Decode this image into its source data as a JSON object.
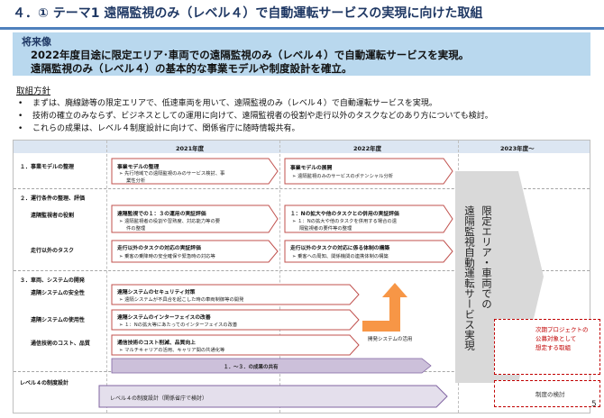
{
  "title": "４．① テーマ1 遠隔監視のみ（レベル４）で自動運転サービスの実現に向けた取組",
  "vision": {
    "heading": "将来像",
    "line1": "2022年度目途に限定エリア･車両での遠隔監視のみ（レベル４）で自動運転サービスを実現。",
    "line2": "遠隔監視のみ（レベル４）の基本的な事業モデルや制度設計を確立。"
  },
  "policy": {
    "heading": "取組方針",
    "bullets": [
      "まずは、廃線跡等の限定エリアで、低速車両を用いて、遠隔監視のみ（レベル４）で自動運転サービスを実現。",
      "技術の確立のみならず、ビジネスとしての運用に向けて、遠隔監視者の役割や走行以外のタスクなどのあり方についても検討。",
      "これらの成果は、レベル４制度設計に向けて、関係省庁に随時情報共有。"
    ],
    "bullet_mark": "•"
  },
  "table": {
    "columns": [
      "2021年度",
      "2022年度",
      "2023年度～"
    ],
    "rows": {
      "r1": "１．事業モデルの整理",
      "r2": "２．運行条件の整理、評価",
      "r2a": "遠隔監視者の役割",
      "r2b": "走行以外のタスク",
      "r3": "３．車両、システムの開発",
      "r3a": "遠隔システムの安全性",
      "r3b": "遠隔システムの使用性",
      "r3c": "通信技術のコスト、品質",
      "r4": "レベル４の制度設計"
    },
    "cells": {
      "model_2021_title": "事業モデルの整理",
      "model_2021_sub1": "➢ 先行地域での遠隔監視のみのサービス検討、事",
      "model_2021_sub2": "業性分析",
      "model_2022_title": "事業モデルの展開",
      "model_2022_sub": "➢ 遠隔監視のみのサービスのポテンシャル分析",
      "role_2021_title": "遠隔監視での１：３の運用の実証評価",
      "role_2021_sub1": "➢ 遠隔監視者の役割や習熟度、対応能力等の要",
      "role_2021_sub2": "件の整理",
      "role_2022_title": "１：Nの拡大や他のタスクとの併用の実証評価",
      "role_2022_sub1": "➢ １：Nの拡大や他のタスクを併用する場合の遠",
      "role_2022_sub2": "隔監視者の要件等の整理",
      "task_2021_title": "走行以外のタスクの対応の実証評価",
      "task_2021_sub": "➢ 乗客の乗降時の安全確保や緊急時の対応等",
      "task_2022_title": "走行以外のタスクの対応に係る体制の構築",
      "task_2022_sub": "➢ 乗客への周知、関係機関の連携体制の構築",
      "sec_title": "遠隔システムのセキュリティ対策",
      "sec_sub": "➢ 遠隔システムが不具合を起こした時の車両制御等の開発",
      "ui_title": "遠隔システムのインターフェイスの改善",
      "ui_sub": "➢ １：Nの拡大等にあたってのインターフェイスの改善",
      "comm_title": "通信技術のコスト削減、品質向上",
      "comm_sub": "➢ マルチキャリアの活用、キャリア間の共通化等",
      "dev_apply": "開発システムの活用",
      "results_share": "１．～３．の成果の共有",
      "law_title": "レベル４の制度設計",
      "law_sub": "（関係省庁で検討）"
    },
    "right_text_1": "限定エリア・車両での",
    "right_text_2": "遠隔監視自動運転サービス実現"
  },
  "legend": {
    "red_label_1": "次期プロジェクトの",
    "red_label_2": "公募対象として",
    "red_label_3": "想定する取組",
    "purple_label": "制度の検討"
  },
  "page_number": "5",
  "colors": {
    "accent": "#1f3864",
    "band": "#b9d8ee",
    "arrow_red": "#c0504d",
    "arrow_purple": "#8064a2",
    "arrow_orange": "#f79646"
  }
}
